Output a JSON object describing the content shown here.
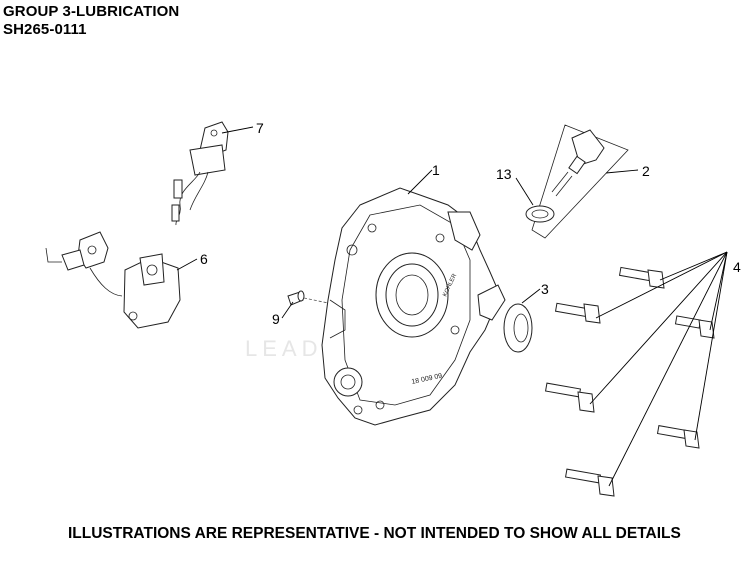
{
  "header": {
    "title": "GROUP 3-LUBRICATION",
    "code": "SH265-0111"
  },
  "footer": {
    "note": "ILLUSTRATIONS ARE REPRESENTATIVE - NOT INTENDED TO SHOW ALL DETAILS"
  },
  "watermark": "LEADVENTURE",
  "callouts": {
    "c1": "1",
    "c2": "2",
    "c3": "3",
    "c4": "4",
    "c6": "6",
    "c7": "7",
    "c9": "9",
    "c13": "13"
  },
  "part_marks": {
    "brand": "KOHLER",
    "date_code": "18 009 09"
  }
}
